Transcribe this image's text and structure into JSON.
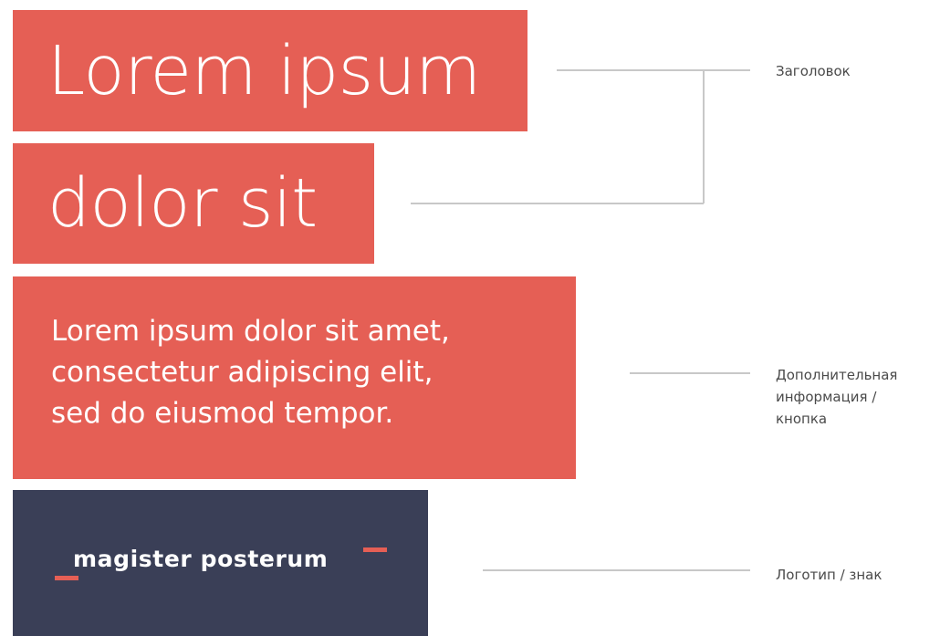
{
  "title": {
    "line1": "Lorem ipsum",
    "line2": "dolor sit"
  },
  "info": {
    "lines": [
      "Lorem ipsum dolor sit amet,",
      "consectetur adipiscing elit,",
      "sed do eiusmod tempor."
    ]
  },
  "logo": {
    "text": "magister posterum"
  },
  "callouts": {
    "heading": "Заголовок",
    "info_lines": [
      "Дополнительная",
      "информация /",
      "кнопка"
    ],
    "logo": "Логотип / знак"
  },
  "colors": {
    "accent": "#e55f55",
    "dark": "#3a3f57",
    "connector": "#c8c8c8",
    "callout_text": "#4a4a4a"
  }
}
